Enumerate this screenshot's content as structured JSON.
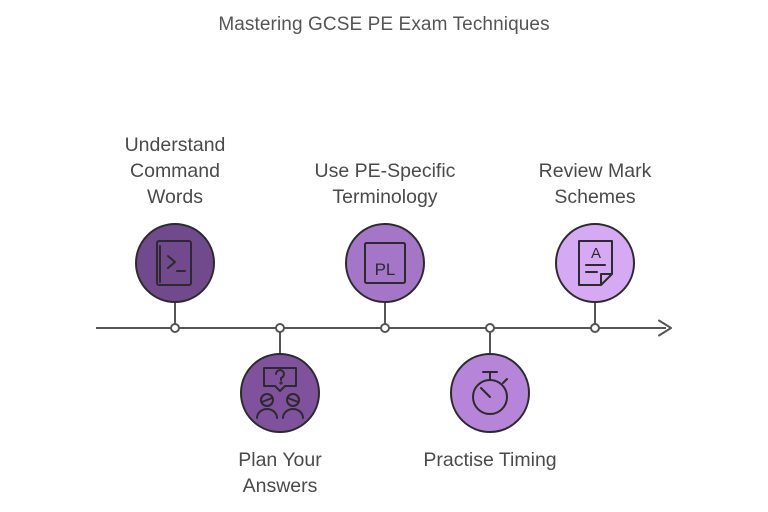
{
  "title": "Mastering GCSE PE Exam Techniques",
  "colors": {
    "axis": "#555555",
    "text": "#4a4a4a",
    "stroke": "#2b2b2b",
    "step1": "#704a8c",
    "step2": "#80519c",
    "step3": "#a575c7",
    "step4": "#b684d8",
    "step5": "#d6a9f4"
  },
  "steps": [
    {
      "lines": [
        "Understand",
        "Command",
        "Words"
      ],
      "icon": "terminal-book-icon"
    },
    {
      "lines": [
        "Plan Your",
        "Answers"
      ],
      "icon": "discussion-question-icon"
    },
    {
      "lines": [
        "Use PE-Specific",
        "Terminology"
      ],
      "icon": "periodic-element-icon",
      "icon_text": "PL"
    },
    {
      "lines": [
        "Practise Timing"
      ],
      "icon": "stopwatch-icon"
    },
    {
      "lines": [
        "Review Mark",
        "Schemes"
      ],
      "icon": "graded-paper-icon",
      "icon_text": "A"
    }
  ]
}
